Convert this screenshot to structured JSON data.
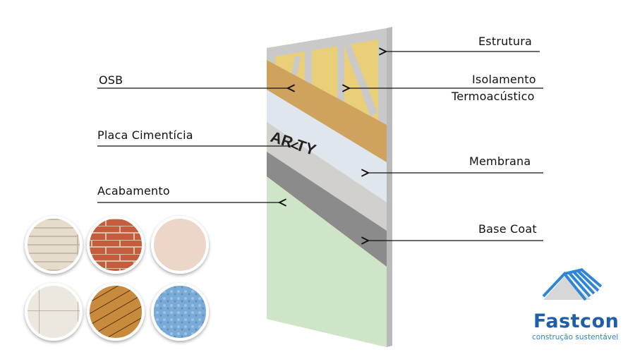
{
  "labels": {
    "estrutura": "Estrutura",
    "osb": "OSB",
    "isolamento_1": "Isolamento",
    "isolamento_2": "Termoacústico",
    "placa": "Placa Cimentícia",
    "membrana": "Membrana",
    "acabamento": "Acabamento",
    "base_coat": "Base Coat"
  },
  "membrane_print": "AR  TY",
  "finish_samples": [
    "stone",
    "brick",
    "smooth-beige",
    "marble-tile",
    "wood-deck",
    "blue-textured"
  ],
  "logo": {
    "name": "Fastcon",
    "tagline": "construção sustentável"
  },
  "colors": {
    "frame": "#c9c9c9",
    "insulation": "#e8cf78",
    "osb": "#cfa35e",
    "membrane": "#dfe6ee",
    "cement_board": "#d2d0cc",
    "base_coat": "#8a8b8a",
    "finish": "#cfe5c8",
    "logo_blue": "#1f5fa8"
  }
}
